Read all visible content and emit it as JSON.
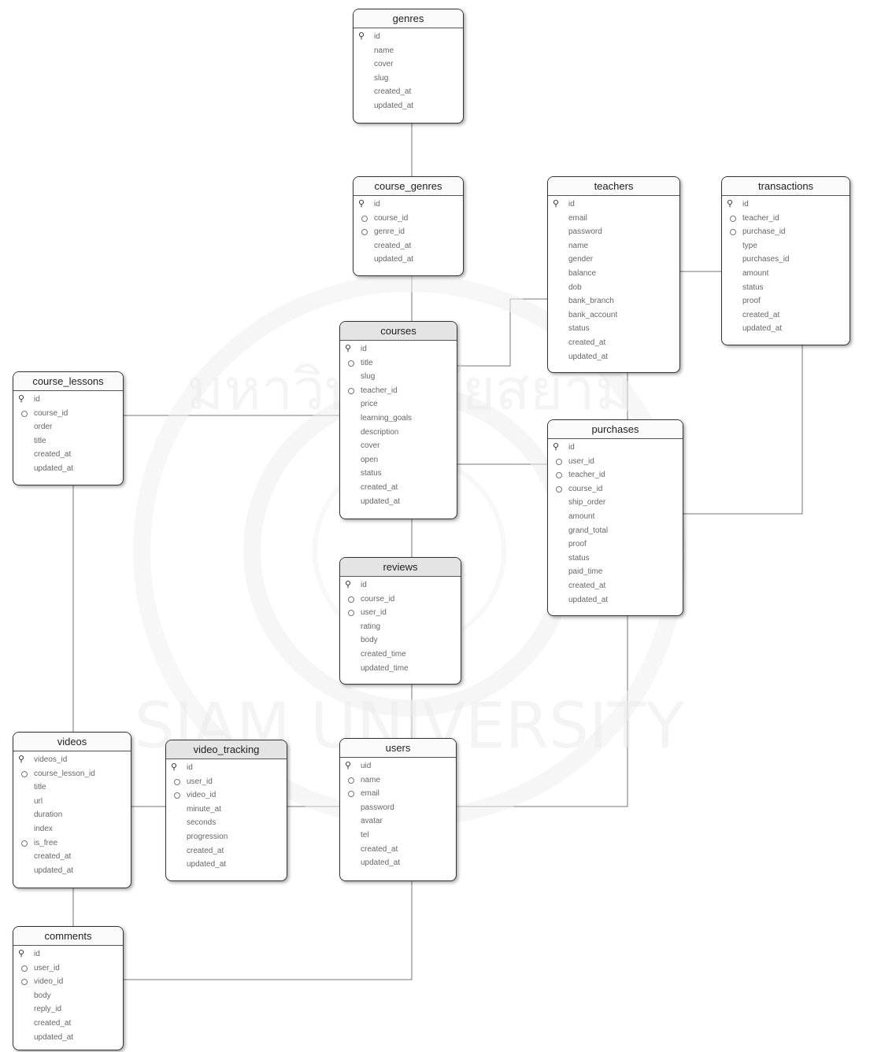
{
  "entities": [
    {
      "name": "genres",
      "columns": [
        {
          "n": "id",
          "k": "pk"
        },
        {
          "n": "name",
          "k": ""
        },
        {
          "n": "cover",
          "k": ""
        },
        {
          "n": "slug",
          "k": ""
        },
        {
          "n": "created_at",
          "k": ""
        },
        {
          "n": "updated_at",
          "k": ""
        }
      ]
    },
    {
      "name": "course_genres",
      "columns": [
        {
          "n": "id",
          "k": "pk"
        },
        {
          "n": "course_id",
          "k": "fk"
        },
        {
          "n": "genre_id",
          "k": "fk"
        },
        {
          "n": "created_at",
          "k": ""
        },
        {
          "n": "updated_at",
          "k": ""
        }
      ]
    },
    {
      "name": "teachers",
      "columns": [
        {
          "n": "id",
          "k": "pk"
        },
        {
          "n": "email",
          "k": ""
        },
        {
          "n": "password",
          "k": ""
        },
        {
          "n": "name",
          "k": ""
        },
        {
          "n": "gender",
          "k": ""
        },
        {
          "n": "balance",
          "k": ""
        },
        {
          "n": "dob",
          "k": ""
        },
        {
          "n": "bank_branch",
          "k": ""
        },
        {
          "n": "bank_account",
          "k": ""
        },
        {
          "n": "status",
          "k": ""
        },
        {
          "n": "created_at",
          "k": ""
        },
        {
          "n": "updated_at",
          "k": ""
        }
      ]
    },
    {
      "name": "transactions",
      "columns": [
        {
          "n": "id",
          "k": "pk"
        },
        {
          "n": "teacher_id",
          "k": "fk"
        },
        {
          "n": "purchase_id",
          "k": "fk"
        },
        {
          "n": "type",
          "k": ""
        },
        {
          "n": "purchases_id",
          "k": ""
        },
        {
          "n": "amount",
          "k": ""
        },
        {
          "n": "status",
          "k": ""
        },
        {
          "n": "proof",
          "k": ""
        },
        {
          "n": "created_at",
          "k": ""
        },
        {
          "n": "updated_at",
          "k": ""
        }
      ]
    },
    {
      "name": "courses",
      "columns": [
        {
          "n": "id",
          "k": "pk"
        },
        {
          "n": "title",
          "k": "fk"
        },
        {
          "n": "slug",
          "k": ""
        },
        {
          "n": "teacher_id",
          "k": "fk"
        },
        {
          "n": "price",
          "k": ""
        },
        {
          "n": "learning_goals",
          "k": ""
        },
        {
          "n": "description",
          "k": ""
        },
        {
          "n": "cover",
          "k": ""
        },
        {
          "n": "open",
          "k": ""
        },
        {
          "n": "status",
          "k": ""
        },
        {
          "n": "created_at",
          "k": ""
        },
        {
          "n": "updated_at",
          "k": ""
        }
      ]
    },
    {
      "name": "course_lessons",
      "columns": [
        {
          "n": "id",
          "k": "pk"
        },
        {
          "n": "course_id",
          "k": "fk"
        },
        {
          "n": "order",
          "k": ""
        },
        {
          "n": "title",
          "k": ""
        },
        {
          "n": "created_at",
          "k": ""
        },
        {
          "n": "updated_at",
          "k": ""
        }
      ]
    },
    {
      "name": "purchases",
      "columns": [
        {
          "n": "id",
          "k": "pk"
        },
        {
          "n": "user_id",
          "k": "fk"
        },
        {
          "n": "teacher_id",
          "k": "fk"
        },
        {
          "n": "course_id",
          "k": "fk"
        },
        {
          "n": "ship_order",
          "k": ""
        },
        {
          "n": "amount",
          "k": ""
        },
        {
          "n": "grand_total",
          "k": ""
        },
        {
          "n": "proof",
          "k": ""
        },
        {
          "n": "status",
          "k": ""
        },
        {
          "n": "paid_time",
          "k": ""
        },
        {
          "n": "created_at",
          "k": ""
        },
        {
          "n": "updated_at",
          "k": ""
        }
      ]
    },
    {
      "name": "reviews",
      "columns": [
        {
          "n": "id",
          "k": "pk"
        },
        {
          "n": "course_id",
          "k": "fk"
        },
        {
          "n": "user_id",
          "k": "fk"
        },
        {
          "n": "rating",
          "k": ""
        },
        {
          "n": "body",
          "k": ""
        },
        {
          "n": "created_time",
          "k": ""
        },
        {
          "n": "updated_time",
          "k": ""
        }
      ]
    },
    {
      "name": "videos",
      "columns": [
        {
          "n": "videos_id",
          "k": "pk"
        },
        {
          "n": "course_lesson_id",
          "k": "fk"
        },
        {
          "n": "title",
          "k": ""
        },
        {
          "n": "url",
          "k": ""
        },
        {
          "n": "duration",
          "k": ""
        },
        {
          "n": "index",
          "k": ""
        },
        {
          "n": "is_free",
          "k": "fk"
        },
        {
          "n": "created_at",
          "k": ""
        },
        {
          "n": "updated_at",
          "k": ""
        }
      ]
    },
    {
      "name": "video_tracking",
      "columns": [
        {
          "n": "id",
          "k": "pk"
        },
        {
          "n": "user_id",
          "k": "fk"
        },
        {
          "n": "video_id",
          "k": "fk"
        },
        {
          "n": "minute_at",
          "k": ""
        },
        {
          "n": "seconds",
          "k": ""
        },
        {
          "n": "progression",
          "k": ""
        },
        {
          "n": "created_at",
          "k": ""
        },
        {
          "n": "updated_at",
          "k": ""
        }
      ]
    },
    {
      "name": "users",
      "columns": [
        {
          "n": "uid",
          "k": "pk"
        },
        {
          "n": "name",
          "k": "fk"
        },
        {
          "n": "email",
          "k": "fk"
        },
        {
          "n": "password",
          "k": ""
        },
        {
          "n": "avatar",
          "k": ""
        },
        {
          "n": "tel",
          "k": ""
        },
        {
          "n": "created_at",
          "k": ""
        },
        {
          "n": "updated_at",
          "k": ""
        }
      ]
    },
    {
      "name": "comments",
      "columns": [
        {
          "n": "id",
          "k": "pk"
        },
        {
          "n": "user_id",
          "k": "fk"
        },
        {
          "n": "video_id",
          "k": "fk"
        },
        {
          "n": "body",
          "k": ""
        },
        {
          "n": "reply_id",
          "k": ""
        },
        {
          "n": "created_at",
          "k": ""
        },
        {
          "n": "updated_at",
          "k": ""
        }
      ]
    }
  ],
  "watermark": {
    "top_text": "มหาวิทยาลัยสยาม",
    "bottom_text": "SIAM UNIVERSITY"
  }
}
